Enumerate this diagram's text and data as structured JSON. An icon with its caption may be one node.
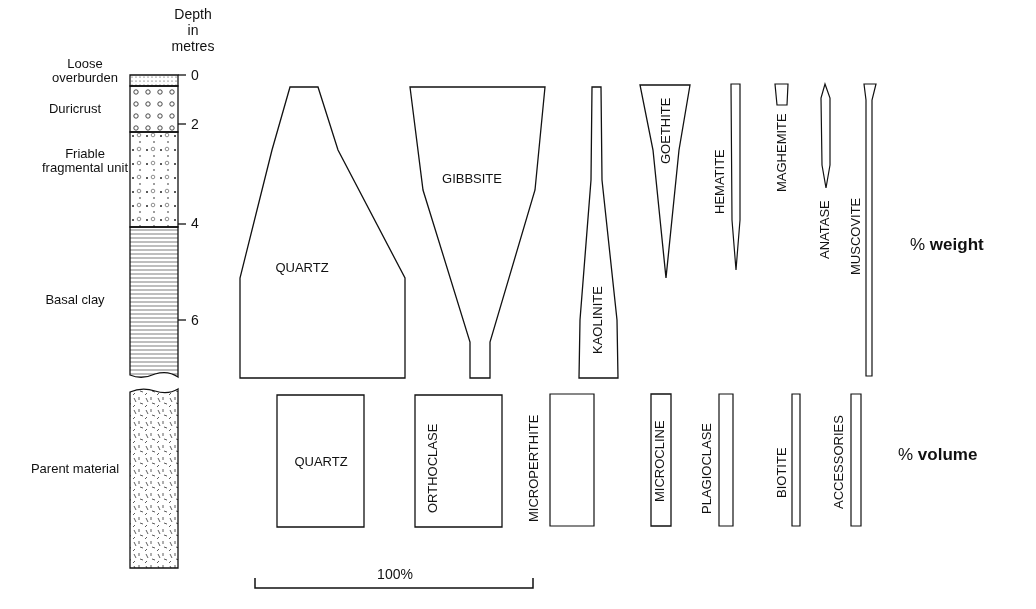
{
  "diagram": {
    "nodes": [
      {
        "text": [],
        "shape": "box",
        "beside": [
          "Loose overburden"
        ]
      },
      {
        "text": [],
        "shape": "box",
        "beside": [
          "Duricrust"
        ]
      },
      {
        "text": [],
        "shape": "box",
        "beside": [
          "Friable fragmental unit"
        ]
      },
      {
        "text": [],
        "shape": "box",
        "beside": [
          "Basal clay"
        ]
      },
      {
        "text": [],
        "shape": "box",
        "beside": [
          "Parent material"
        ]
      },
      {
        "text": [
          "QUARTZ"
        ]
      },
      {
        "text": [
          "GIBBSITE"
        ]
      },
      {
        "text": [
          "KAOLINITE"
        ]
      },
      {
        "text": [
          "GOETHITE"
        ]
      },
      {
        "text": [],
        "shape": "bar",
        "beside": [
          "HEMATITE"
        ]
      },
      {
        "text": [],
        "shape": "bar",
        "beside": [
          "MAGHEMITE"
        ]
      },
      {
        "text": [],
        "shape": "bar",
        "beside": [
          "ANATASE"
        ]
      },
      {
        "text": [],
        "shape": "bar",
        "beside": [
          "MUSCOVITE"
        ]
      },
      {
        "text": [
          "QUARTZ"
        ]
      },
      {
        "text": [
          "ORTHOCLASE"
        ]
      },
      {
        "text": [],
        "shape": "bar",
        "beside": [
          "MICROPERTHITE"
        ]
      },
      {
        "text": [
          "MICROCLINE"
        ]
      },
      {
        "text": [],
        "shape": "bar",
        "beside": [
          "PLAGIOCLASE"
        ]
      },
      {
        "text": [],
        "shape": "bar",
        "beside": [
          "BIOTITE"
        ]
      },
      {
        "text": [],
        "shape": "bar",
        "beside": [
          "ACCESSORIES"
        ]
      }
    ],
    "labels": [
      "Depth in metres",
      "0",
      "2",
      "4",
      "6",
      "% **weight**",
      "% **volume**",
      "100%"
    ]
  }
}
